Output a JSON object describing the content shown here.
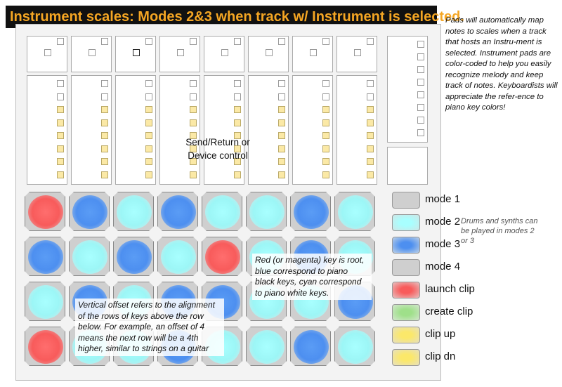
{
  "title": "Instrument scales: Modes 2&3 when track w/ Instrument is selected.",
  "right_note": "Pads will automatically map notes to scales when a track that hosts an Instru-ment is selected. Instrument pads are color-coded to help you easily recognize melody and keep track of notes. Keyboardists will appreciate the refer-ence to piano key colors!",
  "center_label_line1": "Send/Return or",
  "center_label_line2": "Device control",
  "colors": {
    "cyan": "#9cf6f6",
    "blue": "#4d8ff0",
    "red": "#f85b5b",
    "gray": "#cfcfcf",
    "green": "#9fe08a",
    "yellow": "#fbe86a",
    "banner_text": "#f5a623"
  },
  "pad_grid": [
    [
      "red",
      "blue",
      "cyan",
      "blue",
      "cyan",
      "cyan",
      "blue",
      "cyan"
    ],
    [
      "blue",
      "cyan",
      "blue",
      "cyan",
      "red",
      "cyan",
      "blue",
      "cyan"
    ],
    [
      "cyan",
      "blue",
      "cyan",
      "blue",
      "blue",
      "cyan",
      "cyan",
      "blue"
    ],
    [
      "red",
      "cyan",
      "cyan",
      "blue",
      "cyan",
      "cyan",
      "blue",
      "cyan"
    ]
  ],
  "annotations": {
    "root_note": "Red (or magenta) key is root, blue correspond to piano black keys, cyan correspond to piano white keys.",
    "offset_note": "Vertical offset refers to the alignment of the rows of keys above the row below.  For example, an offset of 4 means the next row will be a 4th higher, similar to strings on a guitar",
    "drums_note": "Drums and synths can be played in modes 2 or 3"
  },
  "legend": [
    {
      "label": "mode 1",
      "color": "gray"
    },
    {
      "label": "mode 2",
      "color": "cyan"
    },
    {
      "label": "mode 3",
      "color": "blue"
    },
    {
      "label": "mode 4",
      "color": "gray"
    },
    {
      "label": "launch clip",
      "color": "red"
    },
    {
      "label": "create clip",
      "color": "green"
    },
    {
      "label": "clip up",
      "color": "yellow"
    },
    {
      "label": "clip dn",
      "color": "yellow"
    }
  ]
}
